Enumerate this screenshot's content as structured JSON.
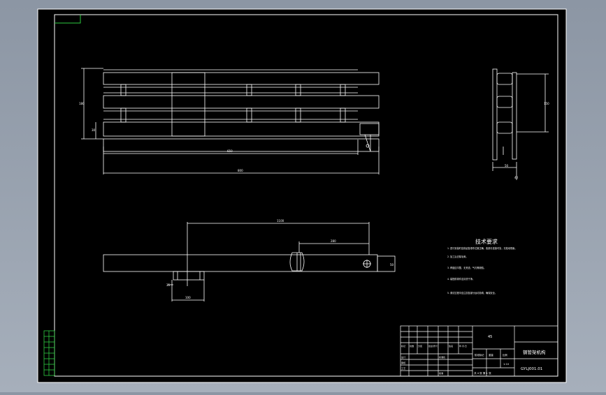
{
  "notes": {
    "title": "技术要求",
    "items": [
      "1. 进行安装时应保证各零件位置正确，各部分连接可靠，无松动现象。",
      "2. 加工后去除毛刺。",
      "3. 焊缝应平整，无夹渣、气孔等缺陷。",
      "4. 装配前零件应清洗干净。",
      "5. 调试过程中应注意各部分运动协调，确保安全。"
    ]
  },
  "title_block": {
    "part_name": "钢管架机构",
    "drawing_no": "GYLJ001.01",
    "material": "45",
    "scale": "1:10",
    "sheet": "共 4 张 第 1 张",
    "headers": [
      "标记",
      "处数",
      "分区",
      "更改文件号",
      "签名",
      "年.月.日"
    ],
    "roles": [
      "设计",
      "审核",
      "工艺",
      "标准化",
      "批准"
    ],
    "stage_cells": [
      "阶段标记",
      "重量",
      "比例"
    ]
  },
  "dims": {
    "front_height": "180",
    "front_small": "30",
    "front_inner": "650",
    "front_total": "800",
    "side_height": "150",
    "side_depth": "50",
    "side_foot": "40",
    "bottom_long": "1100",
    "bottom_mid": "280",
    "bottom_end": "50",
    "bottom_step": "35",
    "bottom_foot": "100"
  }
}
